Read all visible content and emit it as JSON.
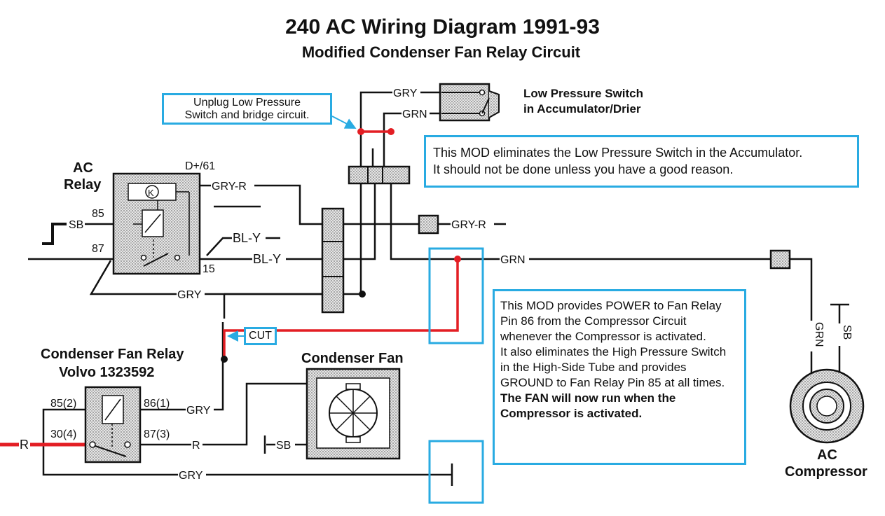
{
  "title": "240 AC Wiring Diagram 1991-93",
  "subtitle": "Modified Condenser Fan Relay Circuit",
  "notes": {
    "unplug_line1": "Unplug Low Pressure",
    "unplug_line2": "Switch and bridge circuit.",
    "lowp_line1": "This MOD eliminates the Low Pressure Switch in the Accumulator.",
    "lowp_line2": "It should not be done unless you have a good reason.",
    "power_p1": "This MOD provides POWER to Fan Relay Pin 86 from the Compressor Circuit whenever the Compressor is activated.",
    "power_p2": "It also eliminates the High Pressure Switch in the High-Side Tube and provides GROUND to Fan Relay Pin 85 at all times.",
    "power_bold": "The FAN will now run when the Compressor is activated.",
    "cut": "CUT"
  },
  "components": {
    "ac_relay_1": "AC",
    "ac_relay_2": "Relay",
    "ac_relay_k": "K",
    "lps_1": "Low Pressure Switch",
    "lps_2": "in Accumulator/Drier",
    "fan_relay_1": "Condenser Fan Relay",
    "fan_relay_2": "Volvo 1323592",
    "fan": "Condenser Fan",
    "comp_1": "AC",
    "comp_2": "Compressor"
  },
  "pins": {
    "d61": "D+/61",
    "p85": "85",
    "p87": "87",
    "p15": "15",
    "f85": "85(2)",
    "f86": "86(1)",
    "f30": "30(4)",
    "f87": "87(3)"
  },
  "wires": {
    "gry": "GRY",
    "grn": "GRN",
    "gry_r": "GRY-R",
    "bl_y": "BL-Y",
    "sb": "SB",
    "r": "R"
  },
  "colors": {
    "wire": "#111111",
    "mod_wire": "#e31e24",
    "note_border": "#29abe2",
    "component_fill": "#d9d9d9"
  }
}
